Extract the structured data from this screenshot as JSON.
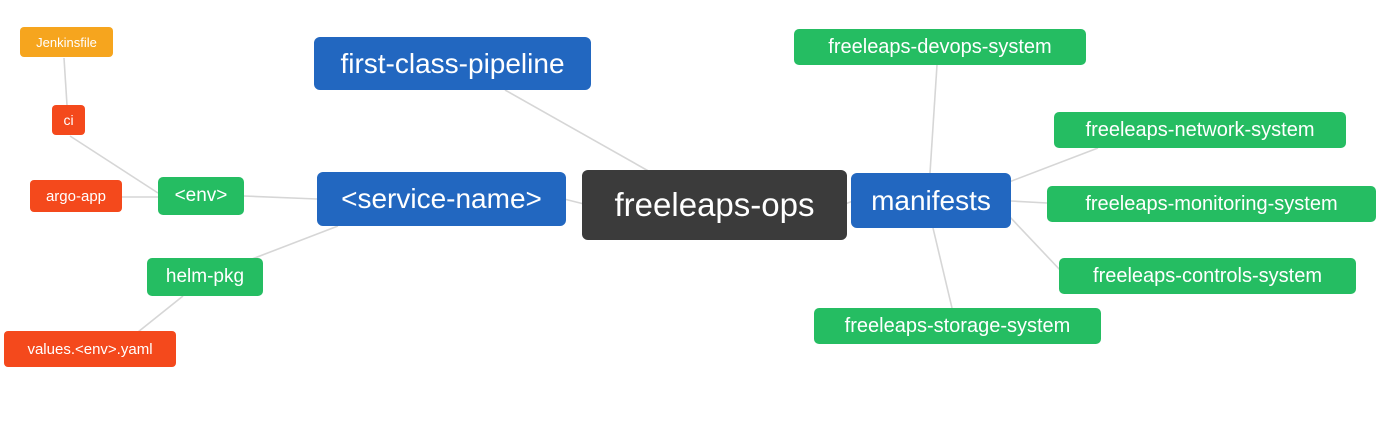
{
  "colors": {
    "blue": "#2267c0",
    "green": "#25bd62",
    "orange": "#f6a51e",
    "red": "#f4491c",
    "dark": "#3b3b3b",
    "line": "#d6d6d6",
    "background": "#ffffff"
  },
  "nodes": {
    "root": {
      "label": "freeleaps-ops"
    },
    "first_class_pipeline": {
      "label": "first-class-pipeline"
    },
    "service_name": {
      "label": "<service-name>"
    },
    "env": {
      "label": "<env>"
    },
    "ci": {
      "label": "ci"
    },
    "jenkinsfile": {
      "label": "Jenkinsfile"
    },
    "argo_app": {
      "label": "argo-app"
    },
    "helm_pkg": {
      "label": "helm-pkg"
    },
    "values_env_yaml": {
      "label": "values.<env>.yaml"
    },
    "manifests": {
      "label": "manifests"
    },
    "systems": [
      "freeleaps-devops-system",
      "freeleaps-network-system",
      "freeleaps-monitoring-system",
      "freeleaps-controls-system",
      "freeleaps-storage-system"
    ]
  },
  "edges": [
    [
      "jenkinsfile",
      "ci"
    ],
    [
      "ci",
      "env"
    ],
    [
      "argo-app",
      "env"
    ],
    [
      "env",
      "service-name"
    ],
    [
      "helm-pkg",
      "service-name"
    ],
    [
      "values.<env>.yaml",
      "helm-pkg"
    ],
    [
      "first-class-pipeline",
      "freeleaps-ops"
    ],
    [
      "service-name",
      "freeleaps-ops"
    ],
    [
      "freeleaps-ops",
      "manifests"
    ],
    [
      "manifests",
      "freeleaps-devops-system"
    ],
    [
      "manifests",
      "freeleaps-network-system"
    ],
    [
      "manifests",
      "freeleaps-monitoring-system"
    ],
    [
      "manifests",
      "freeleaps-controls-system"
    ],
    [
      "manifests",
      "freeleaps-storage-system"
    ]
  ]
}
